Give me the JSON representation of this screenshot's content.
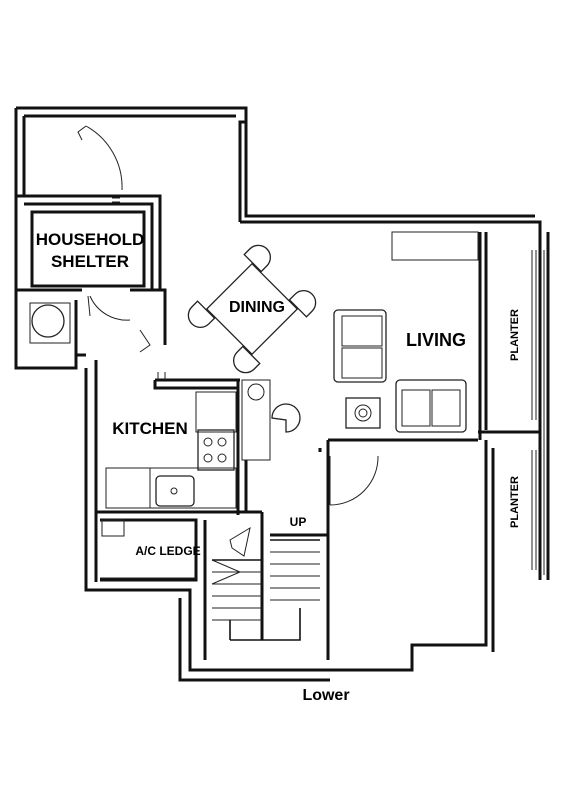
{
  "rooms": {
    "household_shelter_line1": "HOUSEHOLD",
    "household_shelter_line2": "SHELTER",
    "dining": "DINING",
    "living": "LIVING",
    "kitchen": "KITCHEN",
    "ac_ledge": "A/C LEDGE",
    "planter_upper": "PLANTER",
    "planter_lower": "PLANTER",
    "stair_up": "UP"
  },
  "caption": "Lower"
}
